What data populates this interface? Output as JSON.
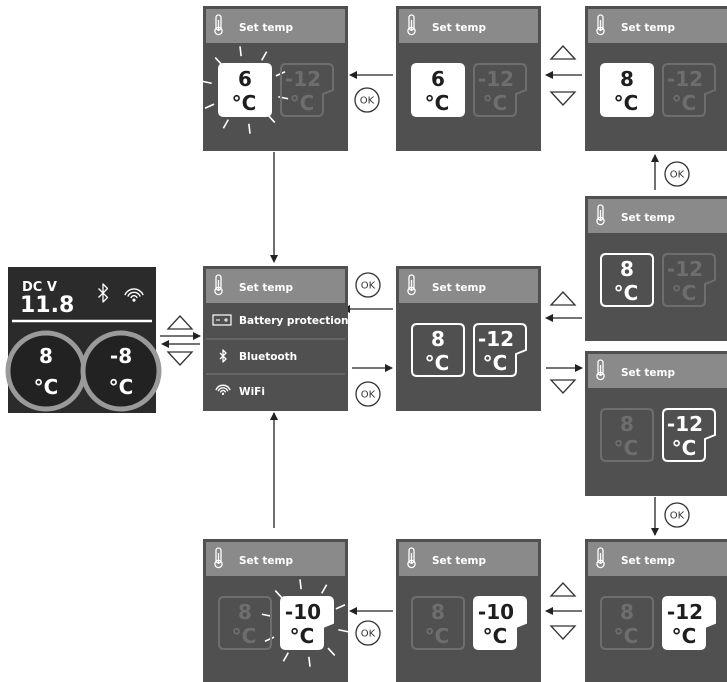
{
  "header_title": "Set temp",
  "ok_label": "OK",
  "unit": "°C",
  "menu": {
    "items": [
      {
        "label": "Set temp",
        "icon": "thermometer-icon"
      },
      {
        "label": "Battery protection",
        "icon": "battery-icon"
      },
      {
        "label": "Bluetooth",
        "icon": "bluetooth-icon"
      },
      {
        "label": "WiFi",
        "icon": "wifi-icon"
      }
    ]
  },
  "home": {
    "dcv_label": "DC V",
    "dcv_value": "11.8",
    "left_temp": "8",
    "right_temp": "-8",
    "icons": [
      "bluetooth-icon",
      "wifi-icon"
    ]
  },
  "screens": [
    {
      "id": "s-top-left",
      "left": "6",
      "right": "-12",
      "state": "left-blinking"
    },
    {
      "id": "s-top-mid",
      "left": "6",
      "right": "-12",
      "state": "left-selected"
    },
    {
      "id": "s-top-right",
      "left": "8",
      "right": "-12",
      "state": "left-selected"
    },
    {
      "id": "s-right-upper",
      "left": "8",
      "right": "-12",
      "state": "left-outlined"
    },
    {
      "id": "s-mid",
      "left": "8",
      "right": "-12",
      "state": "both-outlined"
    },
    {
      "id": "s-right-lower",
      "left": "8",
      "right": "-12",
      "state": "right-outlined"
    },
    {
      "id": "s-bot-right",
      "left": "8",
      "right": "-12",
      "state": "right-selected"
    },
    {
      "id": "s-bot-mid",
      "left": "8",
      "right": "-10",
      "state": "right-selected"
    },
    {
      "id": "s-bot-left",
      "left": "8",
      "right": "-10",
      "state": "right-blinking"
    }
  ],
  "colors": {
    "screen_bg": "#505050",
    "header_bg": "#8a8a8a",
    "faded": "#6e6e6e",
    "white": "#ffffff",
    "dark_text": "#1e1e1e",
    "display_bg": "#2b2b2b"
  }
}
